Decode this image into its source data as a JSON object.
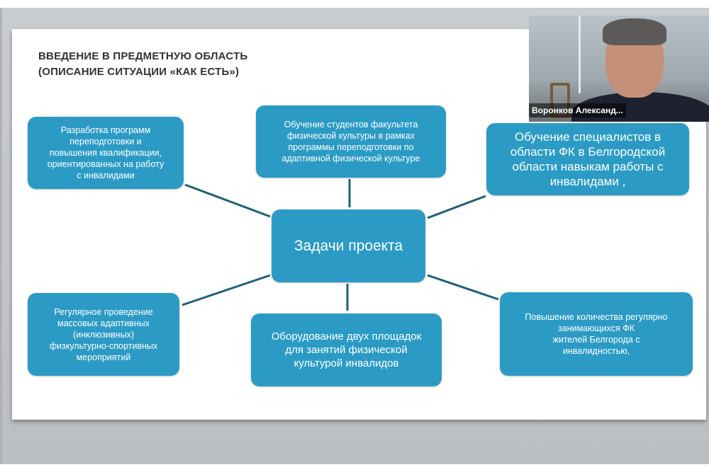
{
  "slide": {
    "title_line1": "ВВЕДЕНИЕ В ПРЕДМЕТНУЮ ОБЛАСТЬ",
    "title_line2": "(ОПИСАНИЕ СИТУАЦИИ «КАК ЕСТЬ»)",
    "center": "Задачи проекта",
    "boxes": [
      "Разработка программ\nпереподготовки и\nповышения квалификации,\nориентированных на работу\nс инвалидами",
      "Обучение студентов факультета\nфизической культуры в рамках\nпрограммы переподготовки по\nадаптивной физической культуре",
      "Обучение специалистов в\nобласти ФК в Белгородской\nобласти навыкам работы с\nинвалидами ,",
      "Регулярное проведение\nмассовых адаптивных\n(инклюзивных)\nфизкультурно-спортивных\nмероприятий",
      "Оборудование двух площадок\nдля занятий физической\nкультурой инвалидов",
      "Повышение количества регулярно\nзанимающихся ФК\nжителей Белгорода с\nинвалидностью,"
    ]
  },
  "video": {
    "participant_name": "Воронков Александ..."
  },
  "colors": {
    "box": "#2b9bc6",
    "connector": "#1f5e78"
  }
}
